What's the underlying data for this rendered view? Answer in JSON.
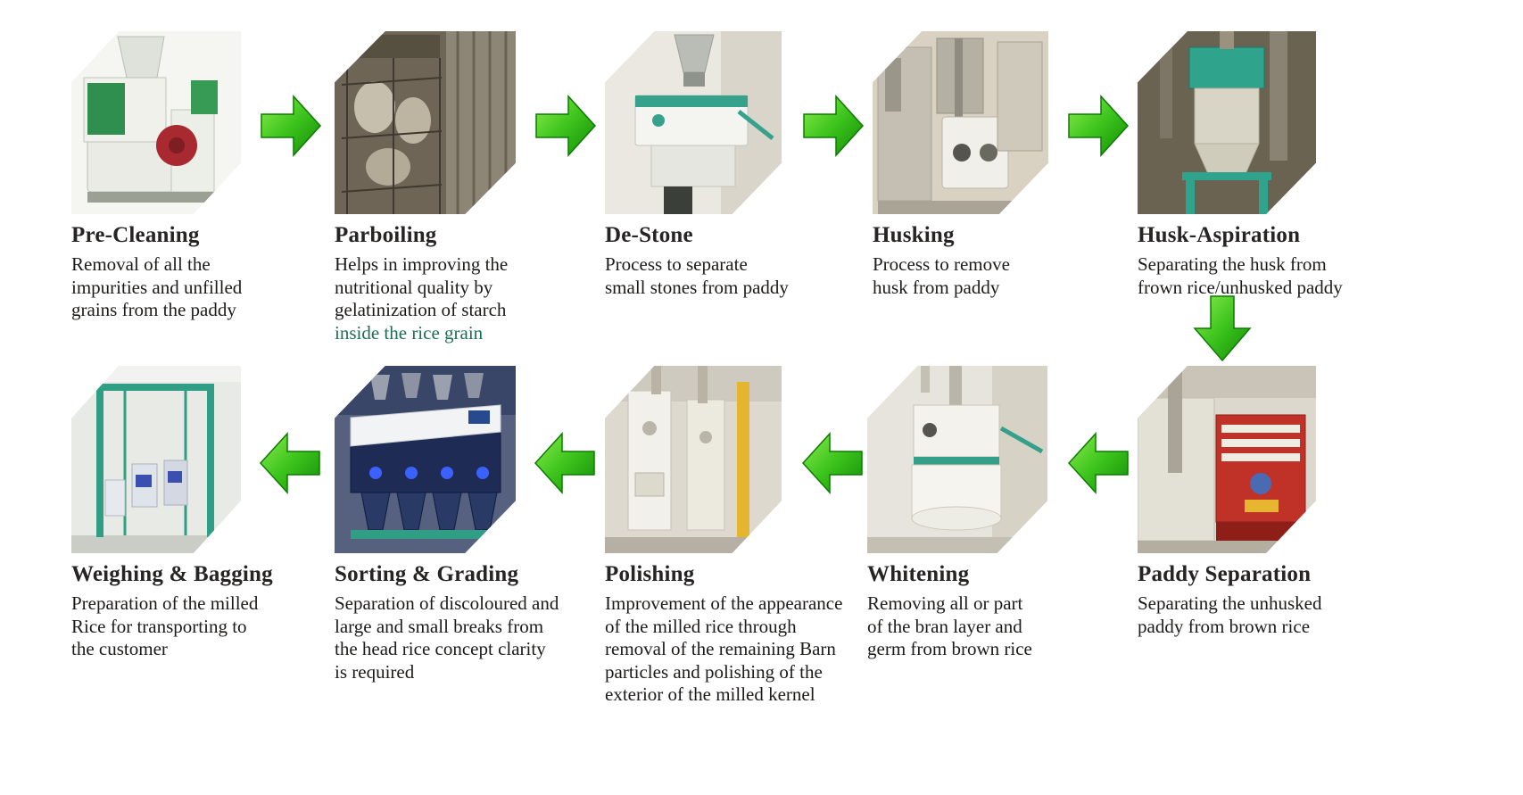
{
  "colors": {
    "background": "#ffffff",
    "arrow_green_light": "#8dec4c",
    "arrow_green_mid": "#3dc41d",
    "arrow_green_dark": "#128c06",
    "title_text": "#272424",
    "body_text": "#1d1b19",
    "highlight_text": "#1e6e54"
  },
  "icons": {
    "flow_arrow_right": "arrow-right-icon",
    "flow_arrow_left": "arrow-left-icon",
    "flow_arrow_down": "arrow-down-icon"
  },
  "steps": [
    {
      "title": "Pre-Cleaning",
      "desc": "Removal of all the\nimpurities and unfilled\ngrains from the paddy",
      "photo": "pre-cleaning-machine-photo"
    },
    {
      "title": "Parboiling",
      "desc": "Helps in improving the\nnutritional quality by\ngelatinization of starch",
      "desc_highlight": "inside the rice grain",
      "photo": "parboiling-plant-photo"
    },
    {
      "title": "De-Stone",
      "desc": "Process to separate\nsmall stones from paddy",
      "photo": "de-stone-machine-photo"
    },
    {
      "title": "Husking",
      "desc": "Process to remove\nhusk from paddy",
      "photo": "husking-machine-photo"
    },
    {
      "title": "Husk-Aspiration",
      "desc": "Separating the husk from\nfrown rice/unhusked paddy",
      "photo": "husk-aspiration-machine-photo"
    },
    {
      "title": "Weighing & Bagging",
      "desc": "Preparation of the milled\nRice for transporting to\nthe customer",
      "photo": "weighing-bagging-photo"
    },
    {
      "title": "Sorting & Grading",
      "desc": "Separation of discoloured and\nlarge and small breaks from\nthe head rice concept clarity\nis required",
      "photo": "sorting-grading-machine-photo"
    },
    {
      "title": "Polishing",
      "desc": "Improvement of the appearance\nof the milled rice through\nremoval of the remaining Barn\nparticles and polishing of the\nexterior of the milled kernel",
      "photo": "polishing-machine-photo"
    },
    {
      "title": "Whitening",
      "desc": "Removing all or part\nof the bran layer and\ngerm from brown rice",
      "photo": "whitening-machine-photo"
    },
    {
      "title": "Paddy Separation",
      "desc": "Separating the unhusked\npaddy from brown rice",
      "photo": "paddy-separation-machine-photo"
    }
  ]
}
